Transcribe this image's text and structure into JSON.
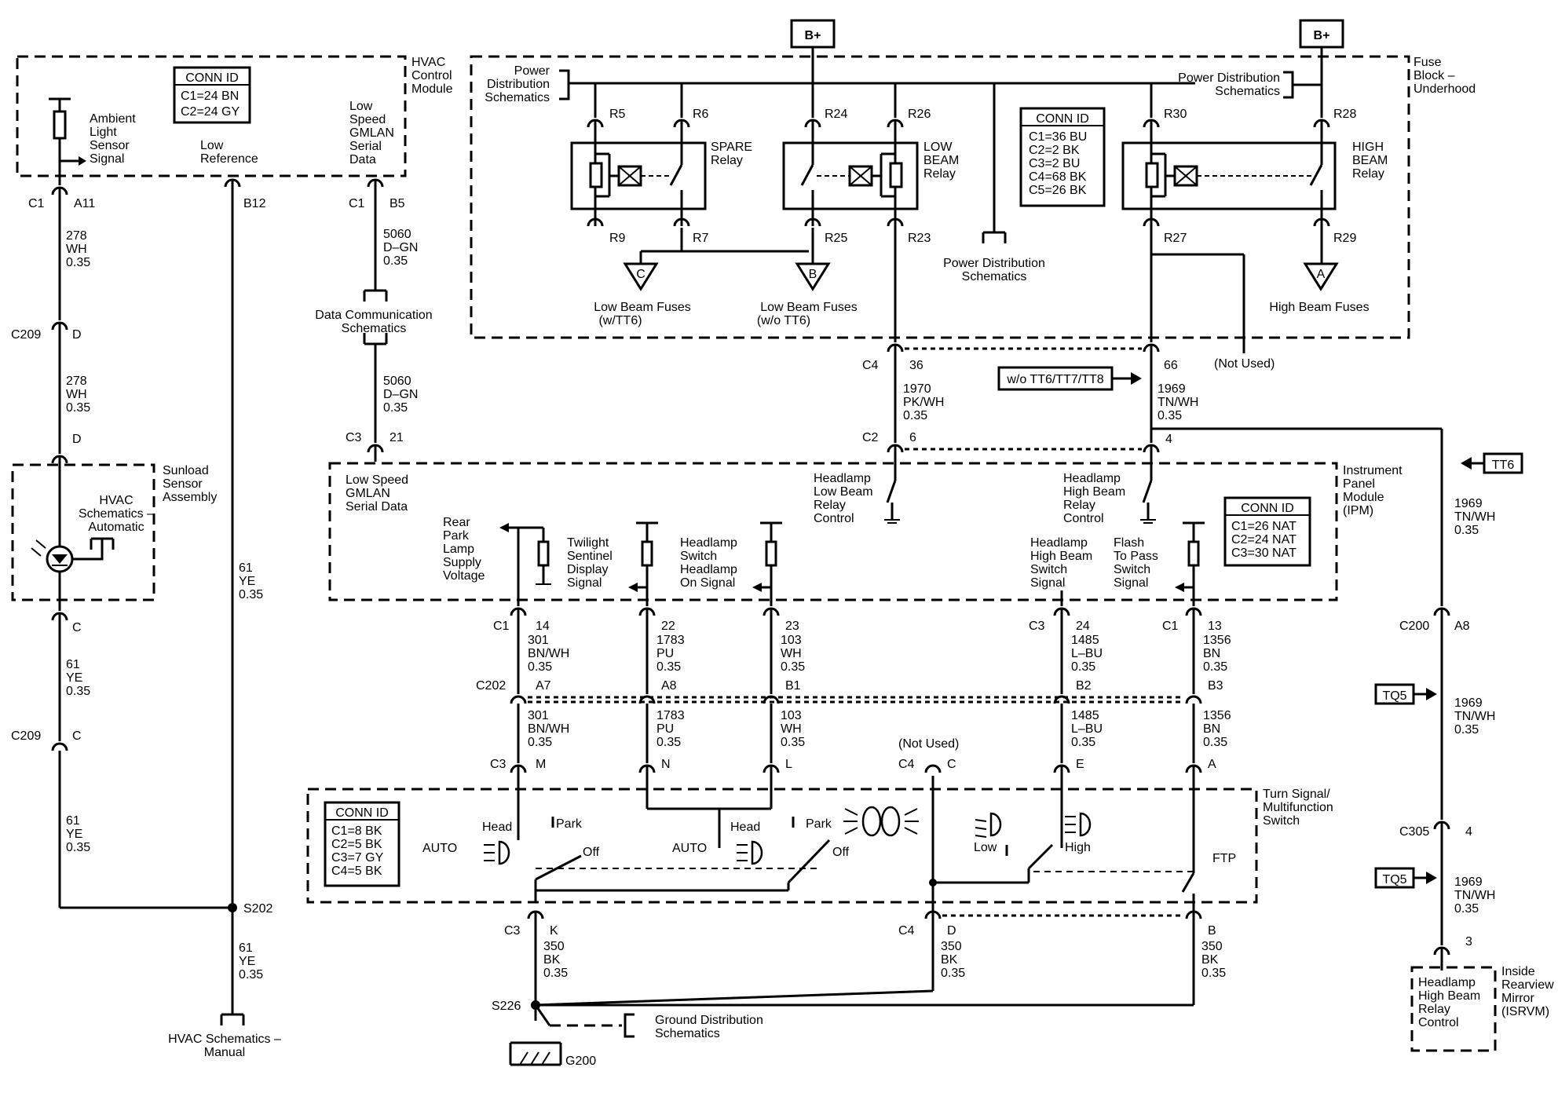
{
  "labels": {
    "bplus": "B+",
    "conn_id": "CONN ID",
    "hvac_conn": [
      "C1=24 BN",
      "C2=24 GY"
    ],
    "hvac_module": [
      "HVAC",
      "Control",
      "Module"
    ],
    "ambient": [
      "Ambient",
      "Light",
      "Sensor",
      "Signal"
    ],
    "low_ref": [
      "Low",
      "Reference"
    ],
    "gmlan_serial": [
      "Low",
      "Speed",
      "GMLAN",
      "Serial",
      "Data"
    ],
    "power_dist_l": [
      "Power",
      "Distribution",
      "Schematics"
    ],
    "power_dist_r": [
      "Power Distribution",
      "Schematics"
    ],
    "power_dist_c": [
      "Power Distribution",
      "Schematics"
    ],
    "fuse_block": [
      "Fuse",
      "Block –",
      "Underhood"
    ],
    "spare_relay": [
      "SPARE",
      "Relay"
    ],
    "low_beam_relay": [
      "LOW",
      "BEAM",
      "Relay"
    ],
    "high_beam_relay": [
      "HIGH",
      "BEAM",
      "Relay"
    ],
    "fuse_conn": [
      "C1=36 BU",
      "C2=2 BK",
      "C3=2 BU",
      "C4=68 BK",
      "C5=26 BK"
    ],
    "fuse_c": "C",
    "fuse_b": "B",
    "fuse_a": "A",
    "low_beam_fuses_tt6": [
      "Low Beam Fuses",
      "(w/TT6)"
    ],
    "low_beam_fuses_wo": [
      "Low Beam Fuses",
      "(w/o TT6)"
    ],
    "high_beam_fuses": "High Beam Fuses",
    "not_used_1": "(Not Used)",
    "not_used_2": "(Not Used)",
    "wo_tt": "w/o TT6/TT7/TT8",
    "tt6": "TT6",
    "tq5": "TQ5",
    "data_comm": [
      "Data Communication",
      "Schematics"
    ],
    "sunload": [
      "Sunload",
      "Sensor",
      "Assembly"
    ],
    "hvac_auto": [
      "HVAC",
      "Schematics –",
      "Automatic"
    ],
    "ipm_gmlan": [
      "Low Speed",
      "GMLAN",
      "Serial Data"
    ],
    "hl_low_ctrl": [
      "Headlamp",
      "Low Beam",
      "Relay",
      "Control"
    ],
    "hl_high_ctrl": [
      "Headlamp",
      "High Beam",
      "Relay",
      "Control"
    ],
    "ipm": [
      "Instrument",
      "Panel",
      "Module",
      "(IPM)"
    ],
    "ipm_conn": [
      "C1=26 NAT",
      "C2=24 NAT",
      "C3=30 NAT"
    ],
    "rear_park": [
      "Rear",
      "Park",
      "Lamp",
      "Supply",
      "Voltage"
    ],
    "twilight": [
      "Twilight",
      "Sentinel",
      "Display",
      "Signal"
    ],
    "hl_switch_on": [
      "Headlamp",
      "Switch",
      "Headlamp",
      "On Signal"
    ],
    "hl_high_switch": [
      "Headlamp",
      "High Beam",
      "Switch",
      "Signal"
    ],
    "flash_pass": [
      "Flash",
      "To Pass",
      "Switch",
      "Signal"
    ],
    "turn_signal": [
      "Turn Signal/",
      "Multifunction",
      "Switch"
    ],
    "ts_conn": [
      "C1=8 BK",
      "C2=5 BK",
      "C3=7 GY",
      "C4=5 BK"
    ],
    "auto": "AUTO",
    "head": "Head",
    "park": "Park",
    "off": "Off",
    "low": "Low",
    "high": "High",
    "ftp": "FTP",
    "ground_dist": [
      "Ground Distribution",
      "Schematics"
    ],
    "hvac_manual": [
      "HVAC Schematics –",
      "Manual"
    ],
    "isrvm": [
      "Inside",
      "Rearview",
      "Mirror",
      "(ISRVM)"
    ],
    "isrvm_ctrl": [
      "Headlamp",
      "High Beam",
      "Relay",
      "Control"
    ]
  },
  "relay_pins": {
    "R5": "R5",
    "R6": "R6",
    "R9": "R9",
    "R7": "R7",
    "R24": "R24",
    "R25": "R25",
    "R26": "R26",
    "R23": "R23",
    "R30": "R30",
    "R27": "R27",
    "R28": "R28",
    "R29": "R29"
  },
  "connectors": {
    "c1": "C1",
    "c2": "C2",
    "c3": "C3",
    "c4": "C4",
    "c200": "C200",
    "c202": "C202",
    "c209": "C209",
    "c305": "C305",
    "s202": "S202",
    "s226": "S226",
    "g200": "G200"
  },
  "pins": {
    "A11": "A11",
    "B12": "B12",
    "B5": "B5",
    "D": "D",
    "C": "C",
    "21": "21",
    "36": "36",
    "66": "66",
    "6": "6",
    "4": "4",
    "14": "14",
    "22": "22",
    "23": "23",
    "24": "24",
    "13": "13",
    "A7": "A7",
    "A8": "A8",
    "B1": "B1",
    "B2": "B2",
    "B3": "B3",
    "M": "M",
    "N": "N",
    "L": "L",
    "E": "E",
    "A": "A",
    "K": "K",
    "B": "B",
    "3": "3"
  },
  "wires": {
    "w278": [
      "278",
      "WH",
      "0.35"
    ],
    "w5060": [
      "5060",
      "D–GN",
      "0.35"
    ],
    "w61": [
      "61",
      "YE",
      "0.35"
    ],
    "w1970": [
      "1970",
      "PK/WH",
      "0.35"
    ],
    "w1969": [
      "1969",
      "TN/WH",
      "0.35"
    ],
    "w301": [
      "301",
      "BN/WH",
      "0.35"
    ],
    "w1783": [
      "1783",
      "PU",
      "0.35"
    ],
    "w103": [
      "103",
      "WH",
      "0.35"
    ],
    "w1485": [
      "1485",
      "L–BU",
      "0.35"
    ],
    "w1356": [
      "1356",
      "BN",
      "0.35"
    ],
    "w350": [
      "350",
      "BK",
      "0.35"
    ]
  }
}
